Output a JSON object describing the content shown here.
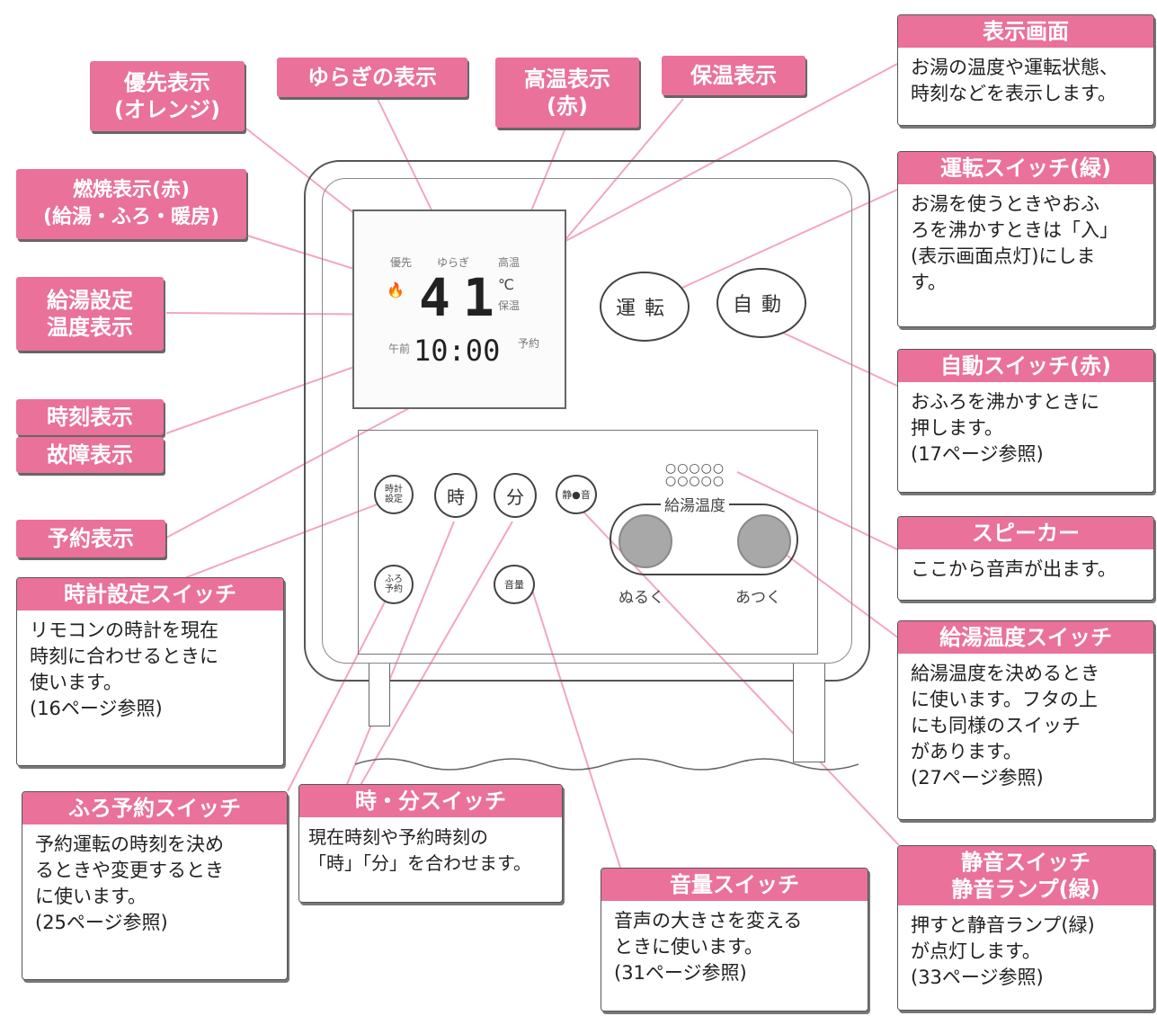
{
  "labels": {
    "yusen": [
      "優先表示",
      "(オレンジ)"
    ],
    "yuragi": "ゆらぎの表示",
    "koon": [
      "高温表示",
      "(赤)"
    ],
    "hoon": "保温表示",
    "nensho": [
      "燃焼表示(赤)",
      "(給湯・ふろ・暖房)"
    ],
    "kyuto_settei": [
      "給湯設定",
      "温度表示"
    ],
    "jikoku": "時刻表示",
    "kosho": "故障表示",
    "yoyaku": "予約表示"
  },
  "callouts": {
    "hyoji_gamen": {
      "title": [
        "表示画面"
      ],
      "body": [
        "お湯の温度や運転状態、",
        "時刻などを表示します。"
      ]
    },
    "unten": {
      "title": [
        "運転スイッチ(緑)"
      ],
      "body": [
        "お湯を使うときやおふ",
        "ろを沸かすときは「入」",
        "(表示画面点灯)にしま",
        "す。"
      ]
    },
    "jido": {
      "title": [
        "自動スイッチ(赤)"
      ],
      "body": [
        "おふろを沸かすときに",
        "押します。",
        "(17ページ参照)"
      ]
    },
    "speaker": {
      "title": [
        "スピーカー"
      ],
      "body": [
        "ここから音声が出ます。"
      ]
    },
    "kyuto_ondo": {
      "title": [
        "給湯温度スイッチ"
      ],
      "body": [
        "給湯温度を決めるとき",
        "に使います。フタの上",
        "にも同様のスイッチ",
        "があります。",
        "(27ページ参照)"
      ]
    },
    "seion": {
      "title": [
        "静音スイッチ",
        "静音ランプ(緑)"
      ],
      "body": [
        "押すと静音ランプ(緑)",
        "が点灯します。",
        "(33ページ参照)"
      ]
    },
    "tokei": {
      "title": [
        "時計設定スイッチ"
      ],
      "body": [
        "リモコンの時計を現在",
        "時刻に合わせるときに",
        "使います。",
        "(16ページ参照)"
      ]
    },
    "furo_yoyaku": {
      "title": [
        "ふろ予約スイッチ"
      ],
      "body": [
        "予約運転の時刻を決め",
        "るときや変更するとき",
        "に使います。",
        "(25ページ参照)"
      ]
    },
    "ji_fun": {
      "title": [
        "時・分スイッチ"
      ],
      "body": [
        "現在時刻や予約時刻の",
        "「時」「分」を合わせます。"
      ]
    },
    "onryo": {
      "title": [
        "音量スイッチ"
      ],
      "body": [
        "音声の大きさを変える",
        "ときに使います。",
        "(31ページ参照)"
      ]
    }
  },
  "lcd": {
    "yusen": "優先",
    "yuragi": "ゆらぎ",
    "koon": "高温",
    "deg": "℃",
    "hoon": "保温",
    "temp": "41",
    "gozen": "午前",
    "time": "10:00",
    "yoyaku": "予約"
  },
  "remote": {
    "unten": "運転",
    "jido": "自動",
    "tokei_settei": [
      "時計",
      "設定"
    ],
    "ji": "時",
    "fun": "分",
    "seion": "静●音",
    "furo_yoyaku": [
      "ふろ",
      "予約"
    ],
    "onryo": "音量",
    "kyuto_ondo": "給湯温度",
    "nuruku": "ぬるく",
    "atsuku": "あつく",
    "speaker_dots": "○○○○○"
  },
  "colors": {
    "accent": "#e9719a",
    "leader": "#f2a6c0"
  },
  "icons": {
    "flame": "flame-icon"
  }
}
